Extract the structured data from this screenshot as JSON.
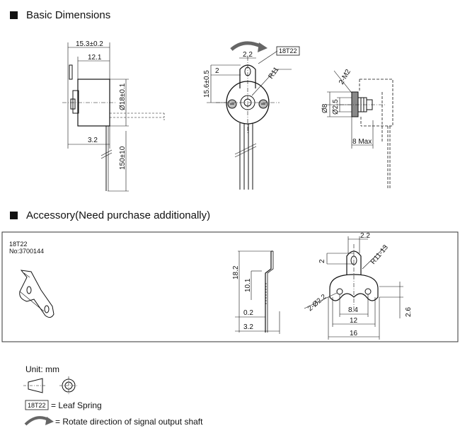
{
  "sections": {
    "basic_title": "Basic Dimensions",
    "accessory_title": "Accessory(Need purchase additionally)"
  },
  "basic": {
    "side_view": {
      "width_total": "15.3±0.2",
      "width_body": "12.1",
      "dia_body": "Ø18±0.1",
      "offset": "3.2",
      "lead_length": "150±10"
    },
    "front_view": {
      "spring_label": "18T22",
      "tab_width": "2.2",
      "tab_height": "2",
      "radius": "R11",
      "height": "15.6±0.5"
    },
    "shaft_view": {
      "thread": "2-M2",
      "dia_outer": "Ø8",
      "dia_inner": "Ø2.5",
      "depth": "8 Max"
    }
  },
  "accessory": {
    "part_name": "18T22",
    "part_no": "No:3700144",
    "side": {
      "height": "18.2",
      "inner_height": "10.1",
      "thickness": "0.2",
      "depth": "3.2"
    },
    "top": {
      "tab_width": "2.2",
      "tab_height": "2",
      "radius": "R11-13",
      "holes": "2-Ø2.2",
      "hole_spacing": "8.4",
      "mid_width": "12",
      "total_width": "16",
      "edge_height": "2.6"
    }
  },
  "legend": {
    "unit": "Unit: mm",
    "leaf_spring_code": "18T22",
    "leaf_spring_text": "= Leaf Spring",
    "rotate_text": "= Rotate direction of signal output shaft"
  }
}
